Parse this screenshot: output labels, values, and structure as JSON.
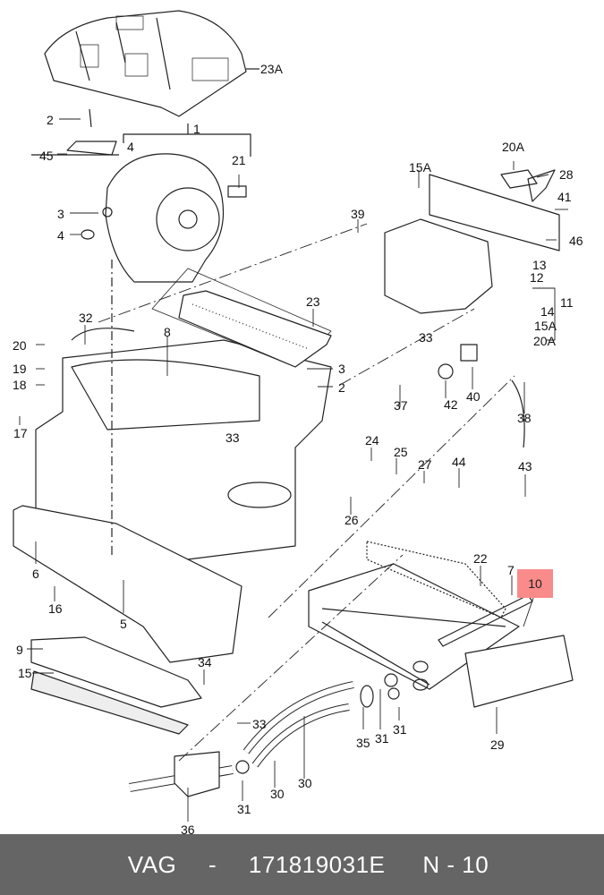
{
  "footer": {
    "brand": "VAG",
    "separator": "-",
    "part_number": "171819031E",
    "position_label": "N - 10"
  },
  "highlight": {
    "label": "10",
    "color": "#f98b8b"
  },
  "callouts": [
    {
      "id": "23A",
      "text": "23A"
    },
    {
      "id": "2a",
      "text": "2"
    },
    {
      "id": "1",
      "text": "1"
    },
    {
      "id": "4a",
      "text": "4"
    },
    {
      "id": "45",
      "text": "45"
    },
    {
      "id": "21",
      "text": "21"
    },
    {
      "id": "3a",
      "text": "3"
    },
    {
      "id": "4b",
      "text": "4"
    },
    {
      "id": "20A-top",
      "text": "20A"
    },
    {
      "id": "28",
      "text": "28"
    },
    {
      "id": "15A-top",
      "text": "15A"
    },
    {
      "id": "41",
      "text": "41"
    },
    {
      "id": "39",
      "text": "39"
    },
    {
      "id": "46",
      "text": "46"
    },
    {
      "id": "13",
      "text": "13"
    },
    {
      "id": "12",
      "text": "12"
    },
    {
      "id": "11",
      "text": "11"
    },
    {
      "id": "14",
      "text": "14"
    },
    {
      "id": "15A-bracket",
      "text": "15A"
    },
    {
      "id": "20A-bracket",
      "text": "20A"
    },
    {
      "id": "32",
      "text": "32"
    },
    {
      "id": "23",
      "text": "23"
    },
    {
      "id": "8",
      "text": "8"
    },
    {
      "id": "20",
      "text": "20"
    },
    {
      "id": "19",
      "text": "19"
    },
    {
      "id": "18",
      "text": "18"
    },
    {
      "id": "17",
      "text": "17"
    },
    {
      "id": "3b",
      "text": "3"
    },
    {
      "id": "2b",
      "text": "2"
    },
    {
      "id": "33a",
      "text": "33"
    },
    {
      "id": "37",
      "text": "37"
    },
    {
      "id": "40",
      "text": "40"
    },
    {
      "id": "42",
      "text": "42"
    },
    {
      "id": "38",
      "text": "38"
    },
    {
      "id": "33b",
      "text": "33"
    },
    {
      "id": "24",
      "text": "24"
    },
    {
      "id": "25",
      "text": "25"
    },
    {
      "id": "27",
      "text": "27"
    },
    {
      "id": "44",
      "text": "44"
    },
    {
      "id": "43",
      "text": "43"
    },
    {
      "id": "26",
      "text": "26"
    },
    {
      "id": "6",
      "text": "6"
    },
    {
      "id": "22",
      "text": "22"
    },
    {
      "id": "7",
      "text": "7"
    },
    {
      "id": "16",
      "text": "16"
    },
    {
      "id": "5",
      "text": "5"
    },
    {
      "id": "9",
      "text": "9"
    },
    {
      "id": "15",
      "text": "15"
    },
    {
      "id": "34",
      "text": "34"
    },
    {
      "id": "35",
      "text": "35"
    },
    {
      "id": "31a",
      "text": "31"
    },
    {
      "id": "31b",
      "text": "31"
    },
    {
      "id": "29",
      "text": "29"
    },
    {
      "id": "33c",
      "text": "33"
    },
    {
      "id": "30a",
      "text": "30"
    },
    {
      "id": "30b",
      "text": "30"
    },
    {
      "id": "31c",
      "text": "31"
    },
    {
      "id": "36",
      "text": "36"
    }
  ]
}
